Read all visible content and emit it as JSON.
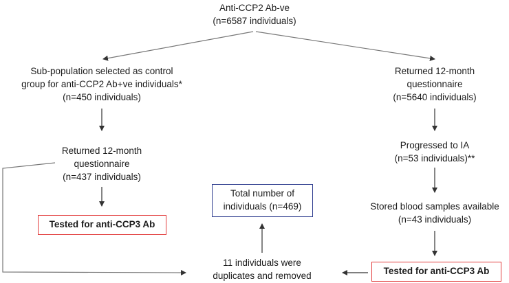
{
  "root": {
    "line1": "Anti-CCP2 Ab-ve",
    "line2": "(n=6587 individuals)"
  },
  "left_branch": {
    "control_group": {
      "line1": "Sub-population selected as control",
      "line2": "group for anti-CCP2 Ab+ve individuals*",
      "line3": "(n=450 individuals)"
    },
    "returned_questionnaire": {
      "line1": "Returned 12-month",
      "line2": "questionnaire",
      "line3": "(n=437 individuals)"
    },
    "tested_label": "Tested for anti-CCP3 Ab"
  },
  "right_branch": {
    "returned_questionnaire": {
      "line1": "Returned 12-month",
      "line2": "questionnaire",
      "line3": "(n=5640 individuals)"
    },
    "progressed": {
      "line1": "Progressed to IA",
      "line2": "(n=53 individuals)**"
    },
    "stored_samples": {
      "line1": "Stored blood samples available",
      "line2": "(n=43 individuals)"
    },
    "tested_label": "Tested for anti-CCP3 Ab"
  },
  "duplicates": {
    "line1": "11 individuals were",
    "line2": "duplicates and removed"
  },
  "total": {
    "line1": "Total number of",
    "line2": "individuals (n=469)"
  },
  "colors": {
    "tested_box_border": "#e23b3b",
    "total_box_border": "#2f3d8f",
    "arrow": "#555555"
  }
}
